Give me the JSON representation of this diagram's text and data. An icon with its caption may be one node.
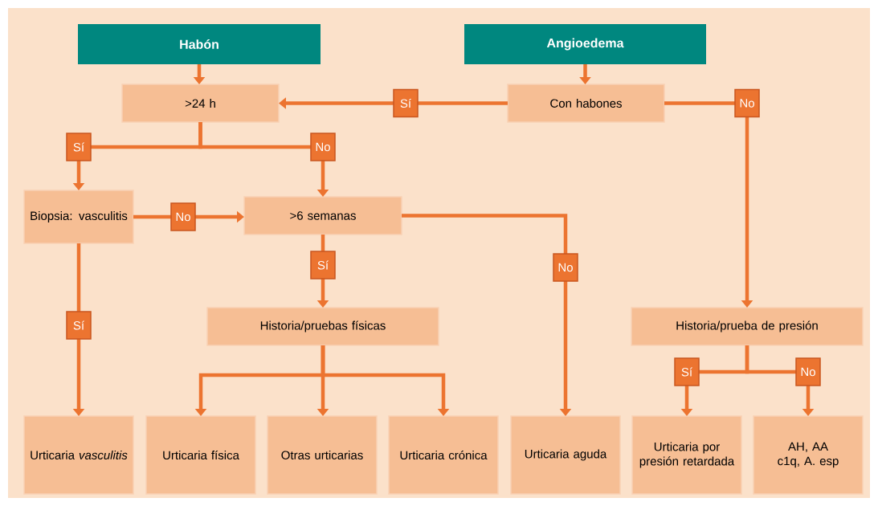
{
  "diagram": {
    "nodes": [
      {
        "text": [
          "Habón"
        ]
      },
      {
        "text": [
          "Angioedema"
        ]
      },
      {
        "text": [
          ">24 h"
        ]
      },
      {
        "text": [
          "Con habones"
        ]
      },
      {
        "text": [
          "Biopsia: vasculitis"
        ]
      },
      {
        "text": [
          ">6 semanas"
        ]
      },
      {
        "text": [
          "Historia/pruebas físicas"
        ]
      },
      {
        "text": [
          "Historia/prueba de presión"
        ]
      },
      {
        "text": [
          "Urticaria *vasculitis*"
        ]
      },
      {
        "text": [
          "Urticaria física"
        ]
      },
      {
        "text": [
          "Otras urticarias"
        ]
      },
      {
        "text": [
          "Urticaria crónica"
        ]
      },
      {
        "text": [
          "Urticaria aguda"
        ]
      },
      {
        "text": [
          "Urticaria por presión retardada"
        ]
      },
      {
        "text": [
          "AH, AA c1q, A. esp"
        ]
      }
    ],
    "edges": [
      {
        "from": 0,
        "to": 2,
        "arrow": "to"
      },
      {
        "from": 1,
        "to": 3,
        "arrow": "to"
      },
      {
        "from": 3,
        "to": 2,
        "arrow": "to",
        "label": "Sí"
      },
      {
        "from": 3,
        "to": 7,
        "arrow": "to",
        "label": "No"
      },
      {
        "from": 2,
        "to": 4,
        "arrow": "to",
        "label": "Sí"
      },
      {
        "from": 2,
        "to": 5,
        "arrow": "to",
        "label": "No"
      },
      {
        "from": 4,
        "to": 5,
        "arrow": "to",
        "label": "No"
      },
      {
        "from": 4,
        "to": 8,
        "arrow": "to",
        "label": "Sí"
      },
      {
        "from": 5,
        "to": 6,
        "arrow": "to",
        "label": "Sí"
      },
      {
        "from": 5,
        "to": 12,
        "arrow": "to",
        "label": "No"
      },
      {
        "from": 6,
        "to": 9,
        "arrow": "to"
      },
      {
        "from": 6,
        "to": 10,
        "arrow": "to"
      },
      {
        "from": 6,
        "to": 11,
        "arrow": "to"
      },
      {
        "from": 7,
        "to": 13,
        "arrow": "to",
        "label": "Sí"
      },
      {
        "from": 7,
        "to": 14,
        "arrow": "to",
        "label": "No"
      }
    ]
  }
}
